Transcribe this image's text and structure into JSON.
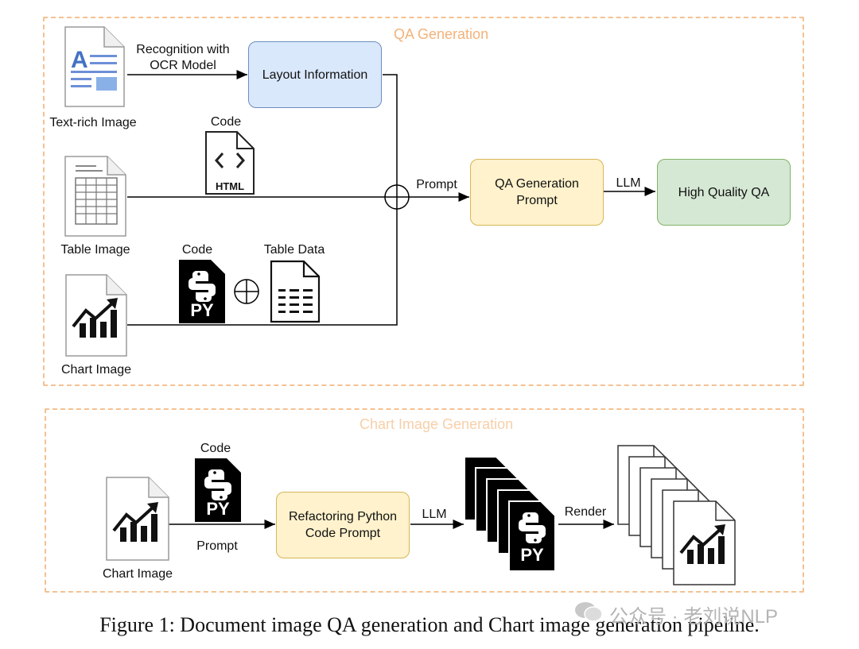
{
  "sections": {
    "qa_generation": {
      "title": "QA Generation"
    },
    "chart_generation": {
      "title": "Chart Image Generation"
    }
  },
  "inputs": {
    "text_rich": "Text-rich Image",
    "table": "Table Image",
    "chart": "Chart Image"
  },
  "edges": {
    "ocr_recognition": "Recognition with OCR Model",
    "prompt": "Prompt",
    "llm": "LLM",
    "render": "Render"
  },
  "artifacts": {
    "code_html": "Code",
    "html_badge": "HTML",
    "code_py": "Code",
    "table_data": "Table Data",
    "py_badge": "PY"
  },
  "nodes": {
    "layout_info": "Layout Information",
    "qa_prompt": "QA Generation Prompt",
    "high_quality_qa": "High Quality QA",
    "refactor_prompt": "Refactoring Python Code Prompt"
  },
  "bottom": {
    "code_label": "Code",
    "chart_image_label": "Chart Image",
    "prompt_label": "Prompt",
    "llm_label": "LLM",
    "render_label": "Render",
    "py_badge": "PY"
  },
  "caption": "Figure 1: Document image QA generation and Chart image generation pipeline.",
  "watermark": "公众号 · 老刘说NLP",
  "colors": {
    "region_border": "#f5c190",
    "region_title": "#f3b27a",
    "layout_fill": "#dae8fc",
    "layout_border": "#6c8ebf",
    "prompt_fill": "#fff2cc",
    "prompt_border": "#d6b656",
    "qa_fill": "#d5e8d4",
    "qa_border": "#82b366"
  }
}
